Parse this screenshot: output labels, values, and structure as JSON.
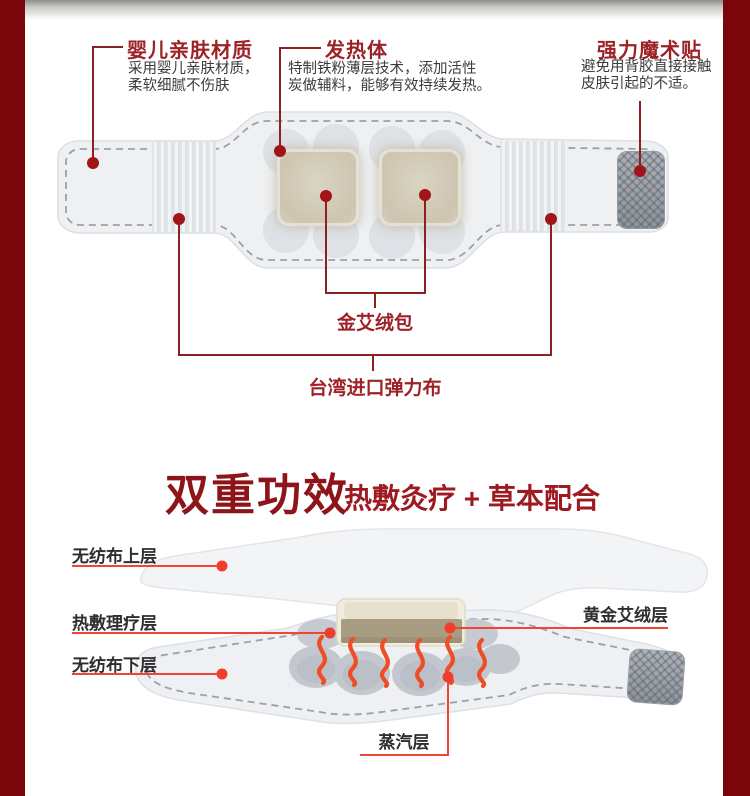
{
  "callouts": {
    "material": {
      "title": "婴儿亲肤材质",
      "desc": "采用婴儿亲肤材质，\n柔软细腻不伤肤"
    },
    "heater": {
      "title": "发热体",
      "desc": "特制铁粉薄层技术，添加活性\n炭做辅料，能够有效持续发热。"
    },
    "velcro": {
      "title": "强力魔术贴",
      "desc": "避免用背胶直接接触\n皮肤引起的不适。"
    },
    "moxa_pack_label": "金艾绒包",
    "elastic_label": "台湾进口弹力布"
  },
  "heading": {
    "title": "双重功效",
    "subtitle": "热敷灸疗 + 草本配合"
  },
  "layer_labels": {
    "top": "无纺布上层",
    "therapy": "热敷理疗层",
    "bottom": "无纺布下层",
    "moxa": "黄金艾绒层",
    "steam": "蒸汽层"
  },
  "colors": {
    "side_band_maroon": "#7a060b",
    "callout_dark_red": "#9d2227",
    "heading_red": "#8d1418",
    "leader_line_bright_red": "#f04434",
    "steam_wave_red": "#ee4e26",
    "fabric_gray": "#eef0f2",
    "moxa_tan": "#a89d82"
  }
}
